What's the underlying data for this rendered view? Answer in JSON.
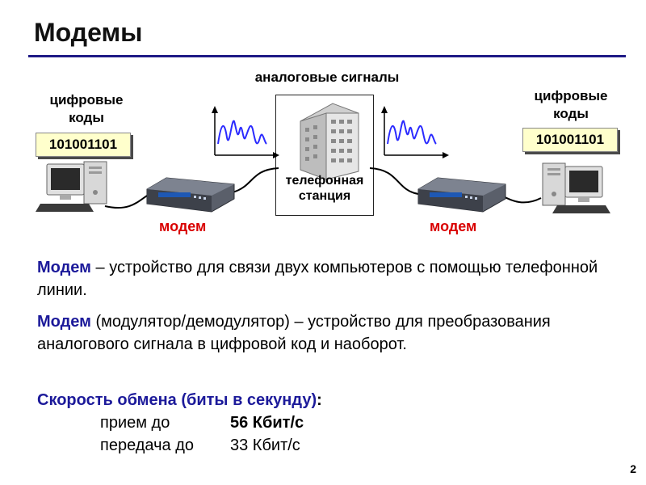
{
  "slide": {
    "title": "Модемы",
    "number": "2"
  },
  "diagram": {
    "analog_label": "аналоговые сигналы",
    "left_digital_label": "цифровые коды",
    "right_digital_label": "цифровые коды",
    "left_code": "101001101",
    "right_code": "101001101",
    "station_label_line1": "телефонная",
    "station_label_line2": "станция",
    "left_modem_label": "модем",
    "right_modem_label": "модем"
  },
  "body": {
    "def1_term": "Модем",
    "def1_text": " – устройство для связи двух компьютеров с помощью телефонной линии.",
    "def2_term": "Модем",
    "def2_text": " (модулятор/демодулятор) – устройство для преобразования аналогового сигнала в цифровой код и наоборот.",
    "speed_heading": "Скорость обмена (биты в секунду)",
    "speed_colon": ":",
    "receive_label": "прием до",
    "receive_value": "56 Кбит/с",
    "send_label": "передача до",
    "send_value": "33 Кбит/с"
  },
  "colors": {
    "title_rule": "#1f1a86",
    "term_blue": "#1c1a9a",
    "modem_red": "#d90000",
    "code_bg": "#ffffcc"
  }
}
